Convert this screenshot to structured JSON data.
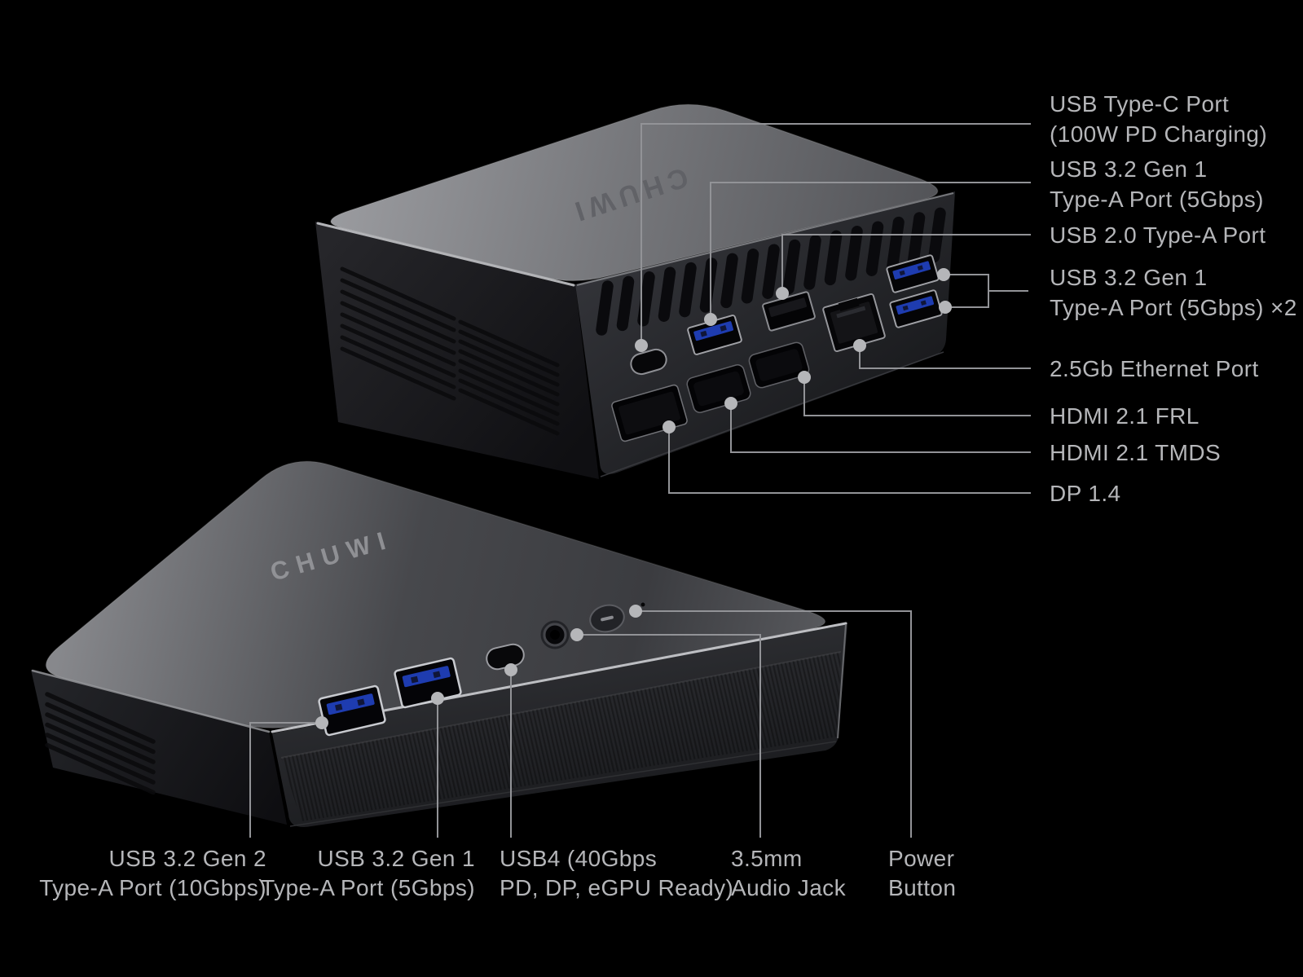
{
  "brand": {
    "logo_text": "CHUWI"
  },
  "colors": {
    "background": "#000000",
    "usb_port_blue": "#2f55e0",
    "leader_line": "#929397",
    "callout_dot": "#b5b6b9",
    "label_text": "#b5b6b9",
    "device_body_dark": "#202124",
    "device_top_light": "#9a9b9f"
  },
  "callouts": {
    "rear": [
      {
        "lines": [
          "USB Type-C Port",
          "(100W PD Charging)"
        ]
      },
      {
        "lines": [
          "USB 3.2 Gen 1",
          "Type-A Port (5Gbps)"
        ]
      },
      {
        "lines": [
          "USB 2.0 Type-A Port"
        ]
      },
      {
        "lines": [
          "USB 3.2 Gen 1",
          "Type-A Port (5Gbps) ×2"
        ]
      },
      {
        "lines": [
          "2.5Gb Ethernet Port"
        ]
      },
      {
        "lines": [
          "HDMI 2.1 FRL"
        ]
      },
      {
        "lines": [
          "HDMI 2.1 TMDS"
        ]
      },
      {
        "lines": [
          "DP 1.4"
        ]
      }
    ],
    "front": [
      {
        "lines": [
          "USB 3.2 Gen 2",
          "Type-A Port (10Gbps)"
        ]
      },
      {
        "lines": [
          "USB 3.2 Gen 1",
          "Type-A Port (5Gbps)"
        ]
      },
      {
        "lines": [
          "USB4 (40Gbps",
          "PD, DP, eGPU Ready)"
        ]
      },
      {
        "lines": [
          "3.5mm",
          "Audio Jack"
        ]
      },
      {
        "lines": [
          "Power",
          "Button"
        ]
      }
    ]
  }
}
